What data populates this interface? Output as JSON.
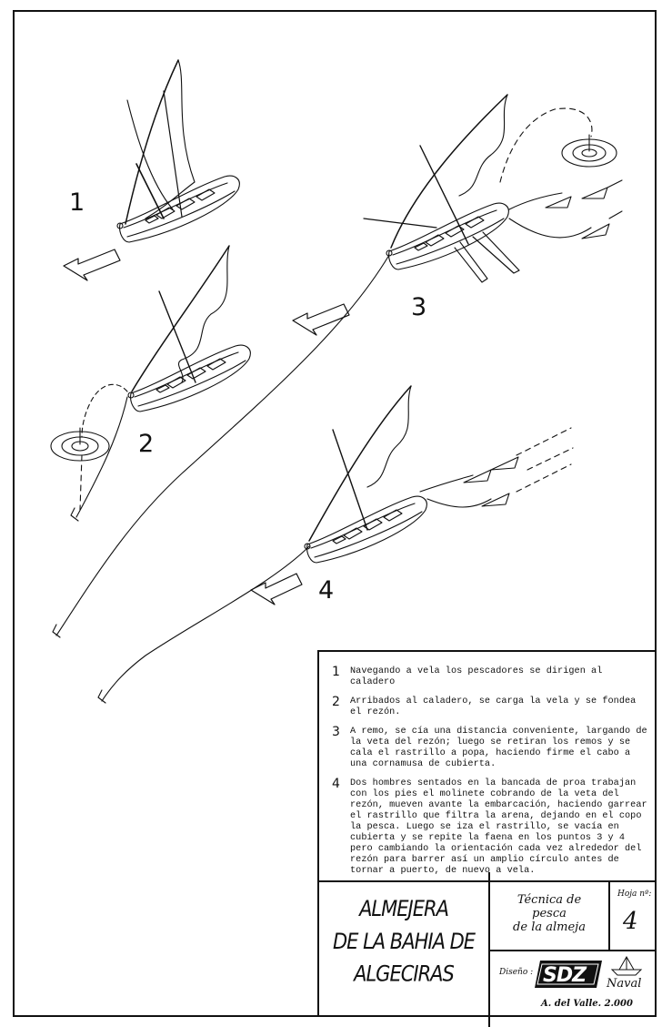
{
  "steps": [
    {
      "number": "1",
      "text": "Navegando a vela los pescadores se dirigen al caladero"
    },
    {
      "number": "2",
      "text": "Arribados al caladero, se carga la vela y se fondea el rezón."
    },
    {
      "number": "3",
      "text": "A remo, se cía una distancia conveniente, largando de la veta del rezón; luego se retiran los remos y se cala el rastrillo a popa, haciendo firme el cabo a una cornamusa de cubierta."
    },
    {
      "number": "4",
      "text": "Dos hombres sentados en la bancada de proa trabajan con los pies el molinete cobrando de la veta del rezón, mueven avante la embarcación, haciendo garrear el rastrillo que filtra la arena, dejando en el copo la pesca. Luego se iza el rastrillo, se vacía en cubierta y se repite la faena en los puntos 3 y 4 pero cambiando la orientación cada vez alrededor del rezón para barrer así un amplio círculo antes de tornar a puerto, de nuevo a vela."
    }
  ],
  "title_block": {
    "title_lines": [
      "ALMEJERA",
      "DE LA BAHIA DE",
      "ALGECIRAS"
    ],
    "subtitle_lines": [
      "Técnica de",
      "pesca",
      "de la almeja"
    ],
    "sheet_label": "Hoja nº:",
    "sheet_number": "4",
    "design_label": "Diseño :",
    "logo_text": "SDZ",
    "logo_suffix": "Naval",
    "author": "A. del Valle. 2.000"
  },
  "colors": {
    "ink": "#111111",
    "paper": "#ffffff"
  }
}
